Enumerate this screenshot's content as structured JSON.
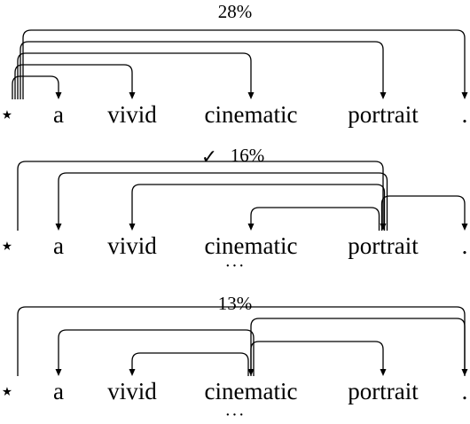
{
  "words": [
    "⋆",
    "a",
    "vivid",
    "cinematic",
    "portrait",
    "."
  ],
  "panels": [
    {
      "label": "28%",
      "check": "",
      "ellipsis": "",
      "edges": [
        [
          0,
          1
        ],
        [
          0,
          2
        ],
        [
          0,
          3
        ],
        [
          0,
          4
        ],
        [
          0,
          5
        ]
      ]
    },
    {
      "label": "16%",
      "check": "✓",
      "ellipsis": "···",
      "edges": [
        [
          0,
          4
        ],
        [
          4,
          1
        ],
        [
          4,
          2
        ],
        [
          4,
          3
        ],
        [
          4,
          5
        ]
      ]
    },
    {
      "label": "13%",
      "check": "",
      "ellipsis": "···",
      "edges": [
        [
          0,
          5
        ],
        [
          3,
          1
        ],
        [
          3,
          2
        ],
        [
          3,
          4
        ],
        [
          5,
          3
        ]
      ]
    }
  ]
}
